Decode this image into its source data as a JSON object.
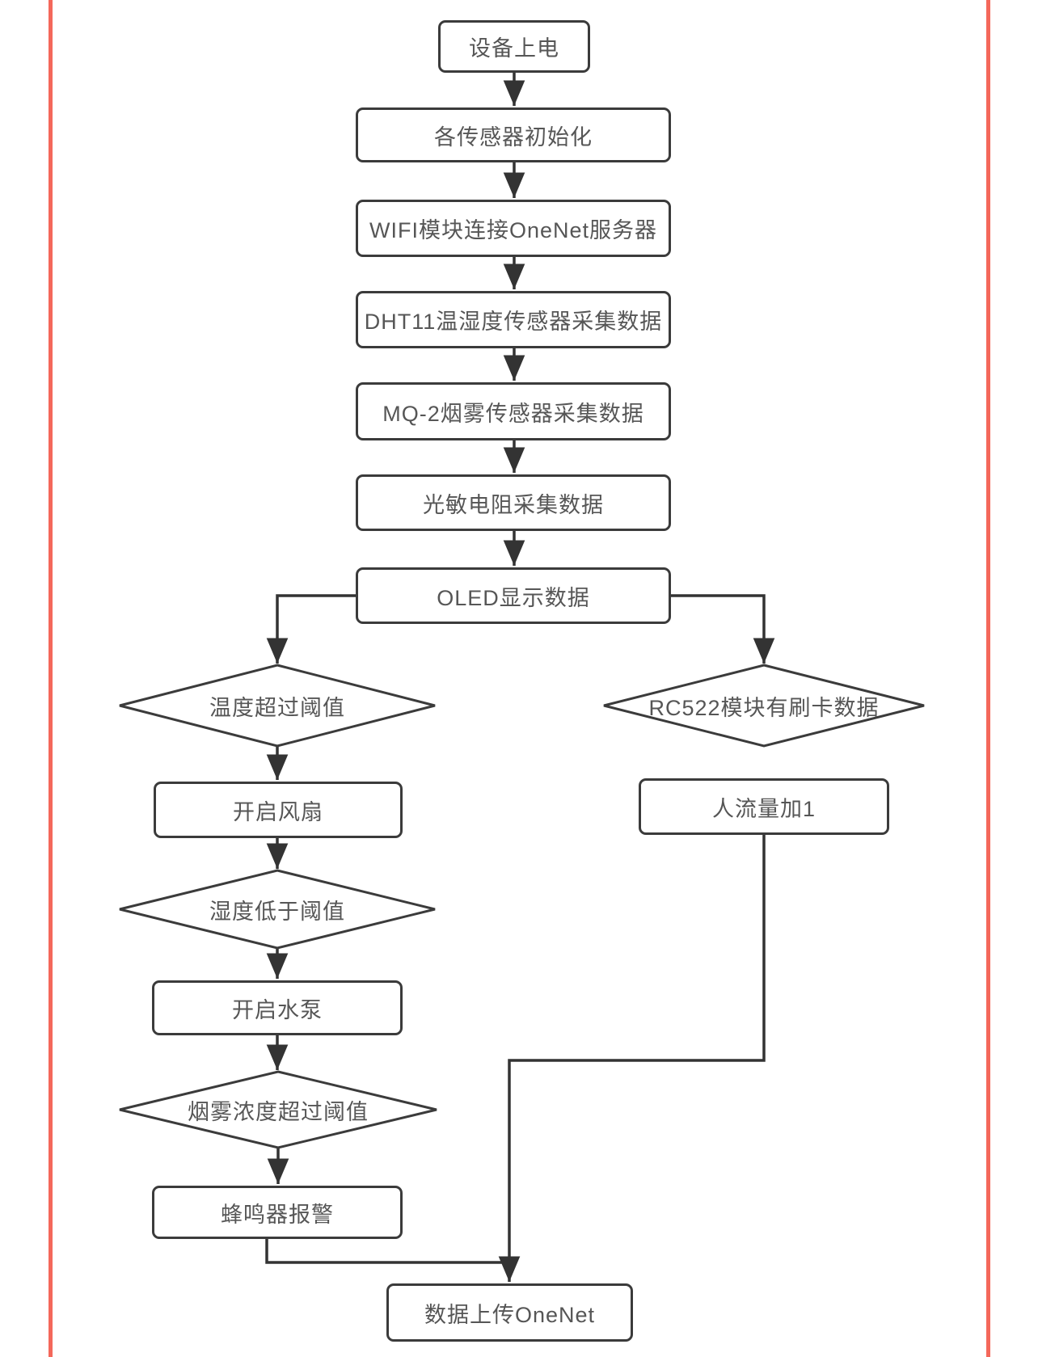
{
  "page": {
    "background_color": "#ffffff",
    "side_rule_color": "#f4685b",
    "line_color": "#333333",
    "node_border_color": "#3b3b3b",
    "node_text_color": "#565656"
  },
  "flowchart": {
    "nodes": [
      {
        "id": "power-on",
        "type": "process",
        "label": "设备上电"
      },
      {
        "id": "sensor-init",
        "type": "process",
        "label": "各传感器初始化"
      },
      {
        "id": "wifi-connect-onenet",
        "type": "process",
        "label": "WIFI模块连接OneNet服务器"
      },
      {
        "id": "dht11-collect",
        "type": "process",
        "label": "DHT11温湿度传感器采集数据"
      },
      {
        "id": "mq2-collect",
        "type": "process",
        "label": "MQ-2烟雾传感器采集数据"
      },
      {
        "id": "photoresistor-collect",
        "type": "process",
        "label": "光敏电阻采集数据"
      },
      {
        "id": "oled-display",
        "type": "process",
        "label": "OLED显示数据"
      },
      {
        "id": "temp-over-threshold",
        "type": "decision",
        "label": "温度超过阈值"
      },
      {
        "id": "fan-on",
        "type": "process",
        "label": "开启风扇"
      },
      {
        "id": "humidity-below-threshold",
        "type": "decision",
        "label": "湿度低于阈值"
      },
      {
        "id": "pump-on",
        "type": "process",
        "label": "开启水泵"
      },
      {
        "id": "smoke-over-threshold",
        "type": "decision",
        "label": "烟雾浓度超过阈值"
      },
      {
        "id": "buzzer-alarm",
        "type": "process",
        "label": "蜂鸣器报警"
      },
      {
        "id": "rc522-card-data",
        "type": "decision",
        "label": "RC522模块有刷卡数据"
      },
      {
        "id": "people-count-plus-one",
        "type": "process",
        "label": "人流量加1"
      },
      {
        "id": "upload-onenet",
        "type": "process",
        "label": "数据上传OneNet"
      }
    ],
    "edges": [
      {
        "from": "power-on",
        "to": "sensor-init"
      },
      {
        "from": "sensor-init",
        "to": "wifi-connect-onenet"
      },
      {
        "from": "wifi-connect-onenet",
        "to": "dht11-collect"
      },
      {
        "from": "dht11-collect",
        "to": "mq2-collect"
      },
      {
        "from": "mq2-collect",
        "to": "photoresistor-collect"
      },
      {
        "from": "photoresistor-collect",
        "to": "oled-display"
      },
      {
        "from": "oled-display",
        "to": "temp-over-threshold"
      },
      {
        "from": "oled-display",
        "to": "rc522-card-data"
      },
      {
        "from": "temp-over-threshold",
        "to": "fan-on"
      },
      {
        "from": "fan-on",
        "to": "humidity-below-threshold"
      },
      {
        "from": "humidity-below-threshold",
        "to": "pump-on"
      },
      {
        "from": "pump-on",
        "to": "smoke-over-threshold"
      },
      {
        "from": "smoke-over-threshold",
        "to": "buzzer-alarm"
      },
      {
        "from": "buzzer-alarm",
        "to": "upload-onenet"
      },
      {
        "from": "rc522-card-data",
        "to": "people-count-plus-one"
      },
      {
        "from": "people-count-plus-one",
        "to": "upload-onenet"
      }
    ]
  }
}
